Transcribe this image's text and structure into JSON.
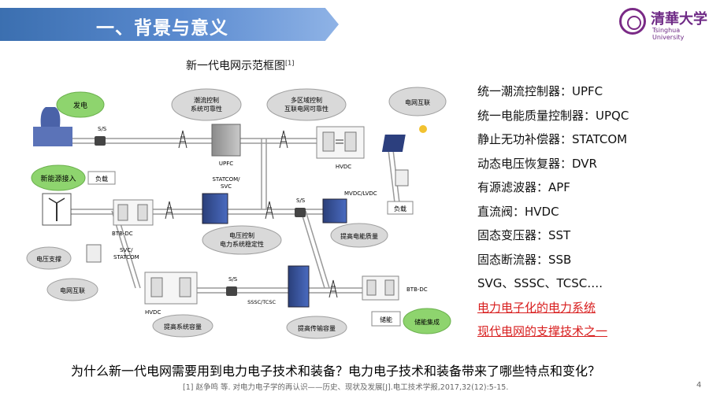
{
  "header": {
    "title": "一、背景与意义",
    "logo_cn": "清華大学",
    "logo_en": "Tsinghua University"
  },
  "diagram": {
    "title": "新一代电网示范框图",
    "title_ref": "[1]",
    "ovals": {
      "power_gen": "发电",
      "renewable": "新能源接入",
      "flow_control_1": "潮流控制",
      "flow_control_2": "系统可靠性",
      "multi_area_1": "多区域控制",
      "multi_area_2": "互联电网可靠性",
      "grid_interconnect_top": "电网互联",
      "voltage_control_1": "电压控制",
      "voltage_control_2": "电力系统稳定性",
      "power_quality": "提高电能质量",
      "voltage_support": "电压支撑",
      "grid_interconnect_left": "电网互联",
      "system_capacity": "提高系统容量",
      "transmission_capacity": "提高传输容量",
      "storage_integration": "储能集成"
    },
    "labels": {
      "ss1": "S/S",
      "upfc": "UPFC",
      "hvdc_top": "HVDC",
      "load_left": "负载",
      "load_right": "负载",
      "btb_left": "BTB-DC",
      "statcom_svc_1": "STATCOM/",
      "statcom_svc_2": "SVC",
      "ss2": "S/S",
      "mvdc": "MVDC/LVDC",
      "svc_statcom_1": "SVC/",
      "svc_statcom_2": "STATCOM",
      "ss3": "S/S",
      "hvdc_bottom": "HVDC",
      "sssc_tcsc": "SSSC/TCSC",
      "btb_right": "BTB-DC",
      "storage": "储能"
    }
  },
  "legend": [
    "统一潮流控制器：UPFC",
    "统一电能质量控制器：UPQC",
    "静止无功补偿器：STATCOM",
    "动态电压恢复器：DVR",
    "有源滤波器：APF",
    "直流阀：HVDC",
    "固态变压器：SST",
    "固态断流器：SSB",
    "SVG、SSSC、TCSC…."
  ],
  "highlights": [
    "电力电子化的电力系统",
    "现代电网的支撑技术之一"
  ],
  "question": "为什么新一代电网需要用到电力电子技术和装备？电力电子技术和装备带来了哪些特点和变化？",
  "reference": "[1] 赵争鸣 等. 对电力电子学的再认识——历史、现状及发展[J].电工技术学报,2017,32(12):5-15.",
  "page_number": "4",
  "colors": {
    "banner": "#3b6fb0",
    "oval_green": "#8ed46e",
    "oval_grey": "#d9d9d9",
    "highlight_red": "#d81e1e",
    "logo_purple": "#6f2b86"
  }
}
